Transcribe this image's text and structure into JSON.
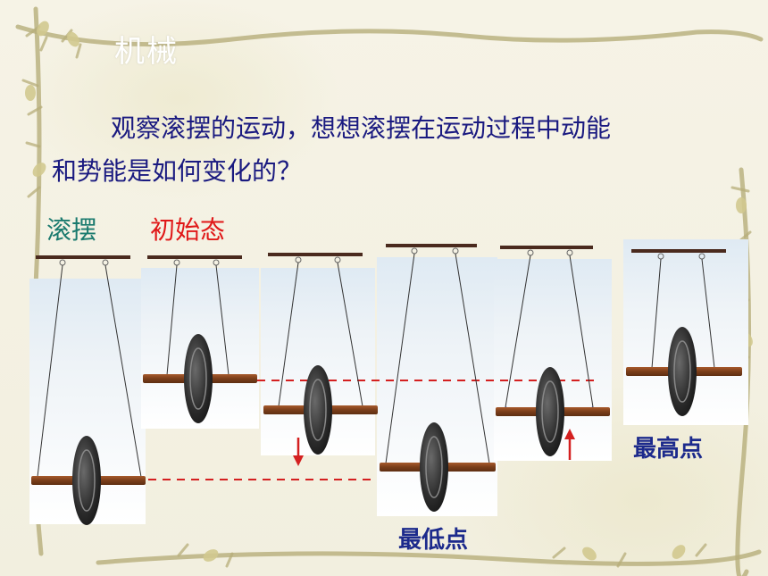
{
  "slide": {
    "title": "机械",
    "question_line1": "观察滚摆的运动，想想滚摆在运动过程中动能",
    "question_line2": "和势能是如何变化的？",
    "label_pendulum": "滚摆",
    "label_initial": "初始态",
    "label_lowest": "最低点",
    "label_highest": "最高点"
  },
  "colors": {
    "question_text": "#1a1a80",
    "pendulum_label": "#1a7a6e",
    "initial_label": "#e01818",
    "point_labels": "#1c2a8c",
    "dashed_lines": "#d42020",
    "arrows": "#d42020",
    "axle": "#8a4a22",
    "wheel": "#2e2e2e",
    "top_bar": "#4a2a1e",
    "border_vine": "#b7ae7a"
  },
  "icons": {
    "down_arrow": "red-down-arrow-icon",
    "up_arrow": "red-up-arrow-icon"
  }
}
